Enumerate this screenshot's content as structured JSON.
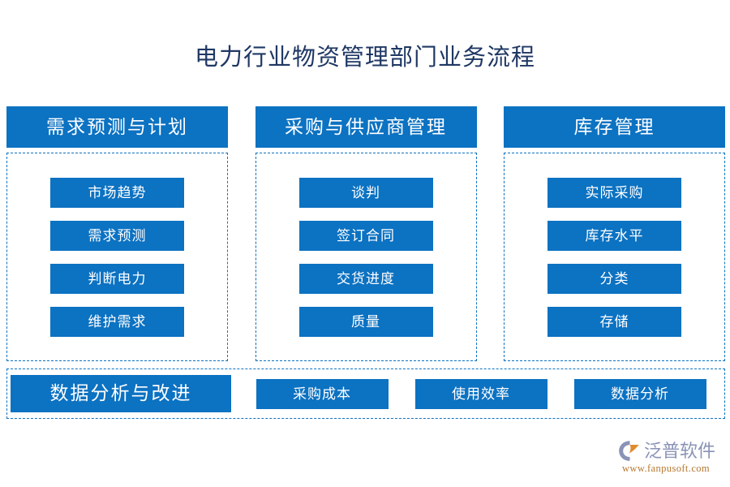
{
  "title": "电力行业物资管理部门业务流程",
  "theme": {
    "accent_blue": "#0c72c2",
    "title_navy": "#1f3864",
    "logo_grey": "#8a93b5",
    "logo_orange": "#e08a2e",
    "url_brown": "#b5782f",
    "background": "#ffffff"
  },
  "columns": [
    {
      "header": "需求预测与计划",
      "items": [
        "市场趋势",
        "需求预测",
        "判断电力",
        "维护需求"
      ]
    },
    {
      "header": "采购与供应商管理",
      "items": [
        "谈判",
        "签订合同",
        "交货进度",
        "质量"
      ]
    },
    {
      "header": "库存管理",
      "items": [
        "实际采购",
        "库存水平",
        "分类",
        "存储"
      ]
    }
  ],
  "bottom": {
    "header": "数据分析与改进",
    "items": [
      "采购成本",
      "使用效率",
      "数据分析"
    ]
  },
  "logo": {
    "name": "泛普软件",
    "url": "www.fanpusoft.com"
  }
}
